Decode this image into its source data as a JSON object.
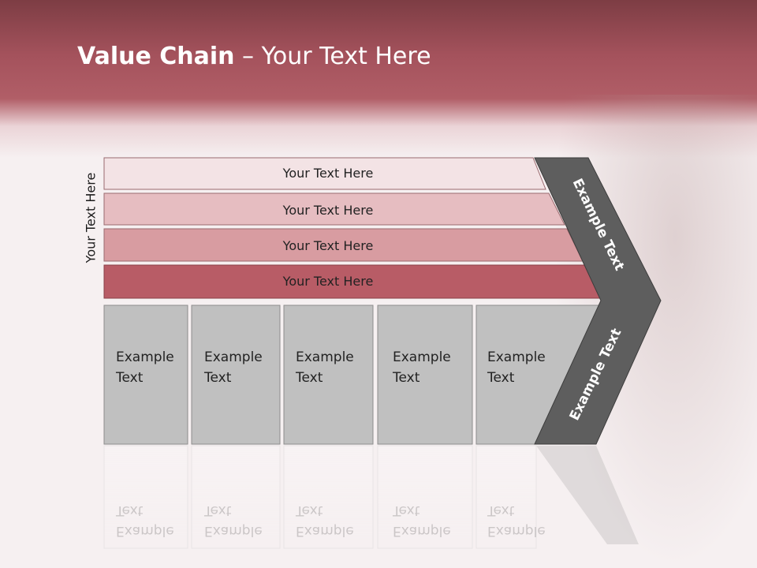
{
  "title": {
    "bold": "Value Chain",
    "rest": " – Your Text Here"
  },
  "side_label": "Your Text Here",
  "rows": [
    {
      "label": "Your Text Here",
      "color": "#f3e3e5"
    },
    {
      "label": "Your Text Here",
      "color": "#e6bdc1"
    },
    {
      "label": "Your Text Here",
      "color": "#d89ca1"
    },
    {
      "label": "Your Text Here",
      "color": "#b85c66"
    }
  ],
  "boxes": [
    {
      "line1": "Example",
      "line2": "Text"
    },
    {
      "line1": "Example",
      "line2": "Text"
    },
    {
      "line1": "Example",
      "line2": "Text"
    },
    {
      "line1": "Example",
      "line2": "Text"
    },
    {
      "line1": "Example",
      "line2": "Text"
    }
  ],
  "chevron_top_label": "Example Text",
  "chevron_bottom_label": "Example Text",
  "colors": {
    "chevron": "#5e5e5e",
    "box": "#c0c0c0",
    "title_band": "#b15e67"
  }
}
